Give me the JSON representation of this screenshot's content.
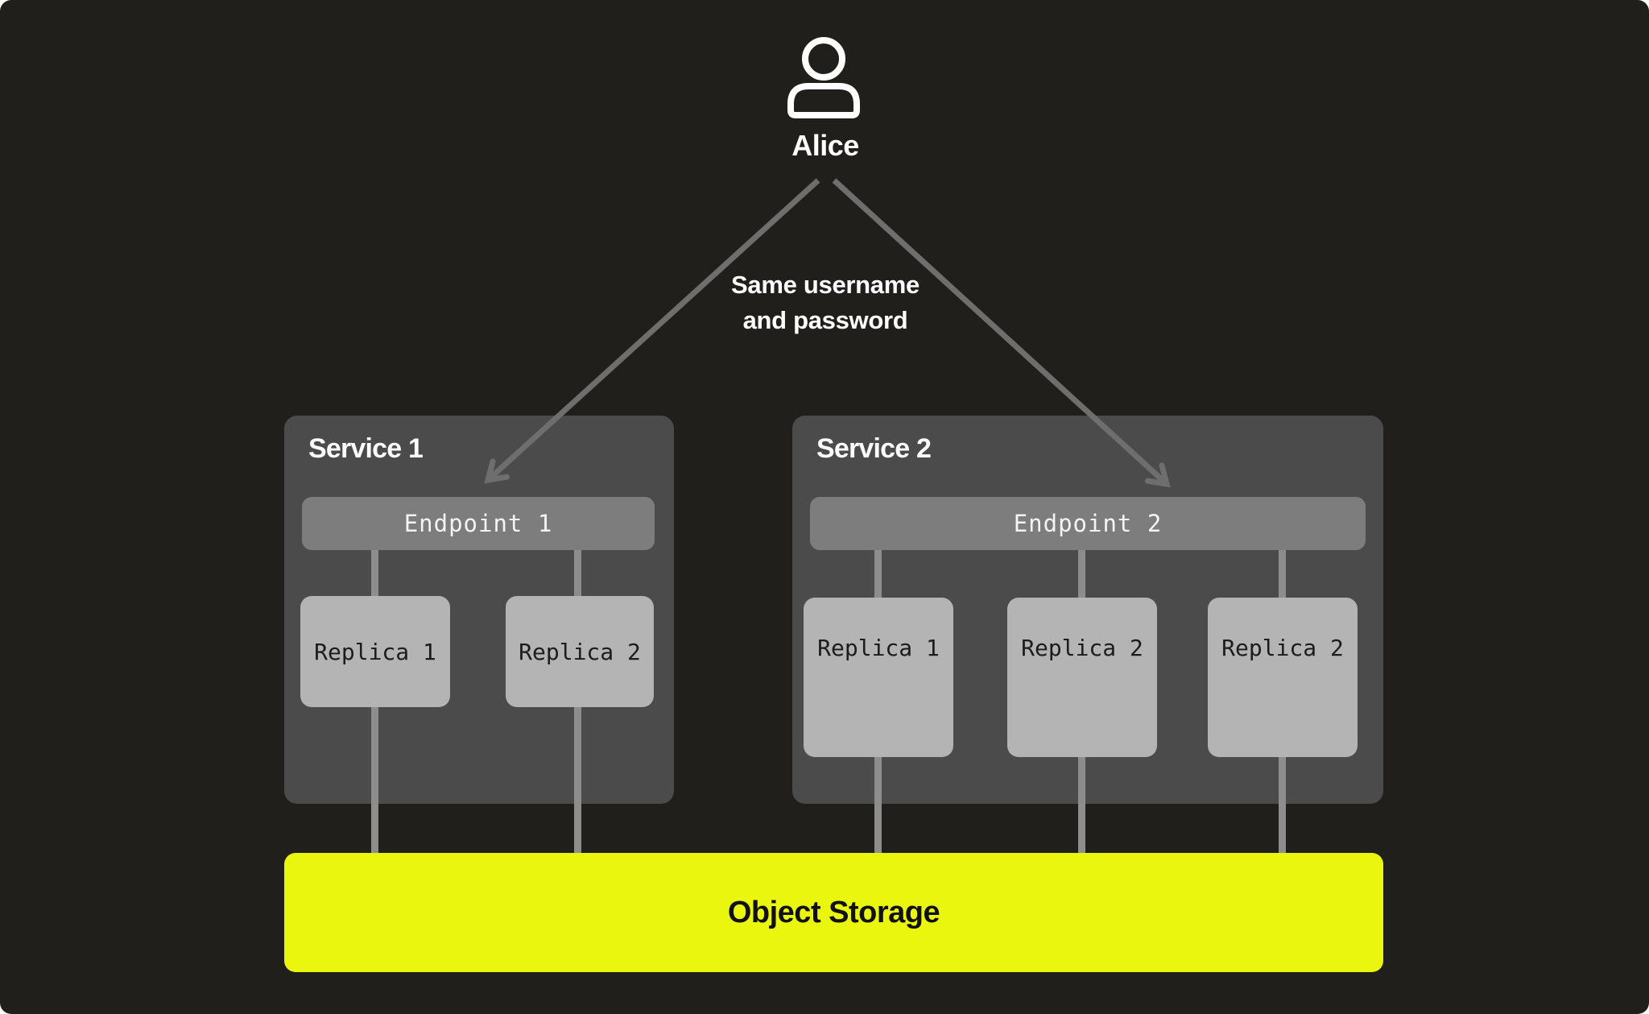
{
  "user": {
    "label": "Alice",
    "icon": "person-icon"
  },
  "annotation": {
    "line1": "Same username",
    "line2": "and password"
  },
  "services": [
    {
      "title": "Service 1",
      "endpoint": "Endpoint 1",
      "replicas": [
        "Replica 1",
        "Replica 2"
      ]
    },
    {
      "title": "Service 2",
      "endpoint": "Endpoint 2",
      "replicas": [
        "Replica 1",
        "Replica 2",
        "Replica 2"
      ]
    }
  ],
  "storage": {
    "label": "Object Storage"
  },
  "colors": {
    "page_background": "#ffffff",
    "canvas_background": "#211f1b",
    "service_box": "#4b4b4b",
    "endpoint_bar": "#7d7d7d",
    "replica_box": "#b4b4b4",
    "connector_line": "#8d8d8d",
    "arrow_line": "#6e6e6e",
    "storage_bar": "#eaf60e",
    "text_light": "#ffffff",
    "text_dark": "#111111"
  }
}
